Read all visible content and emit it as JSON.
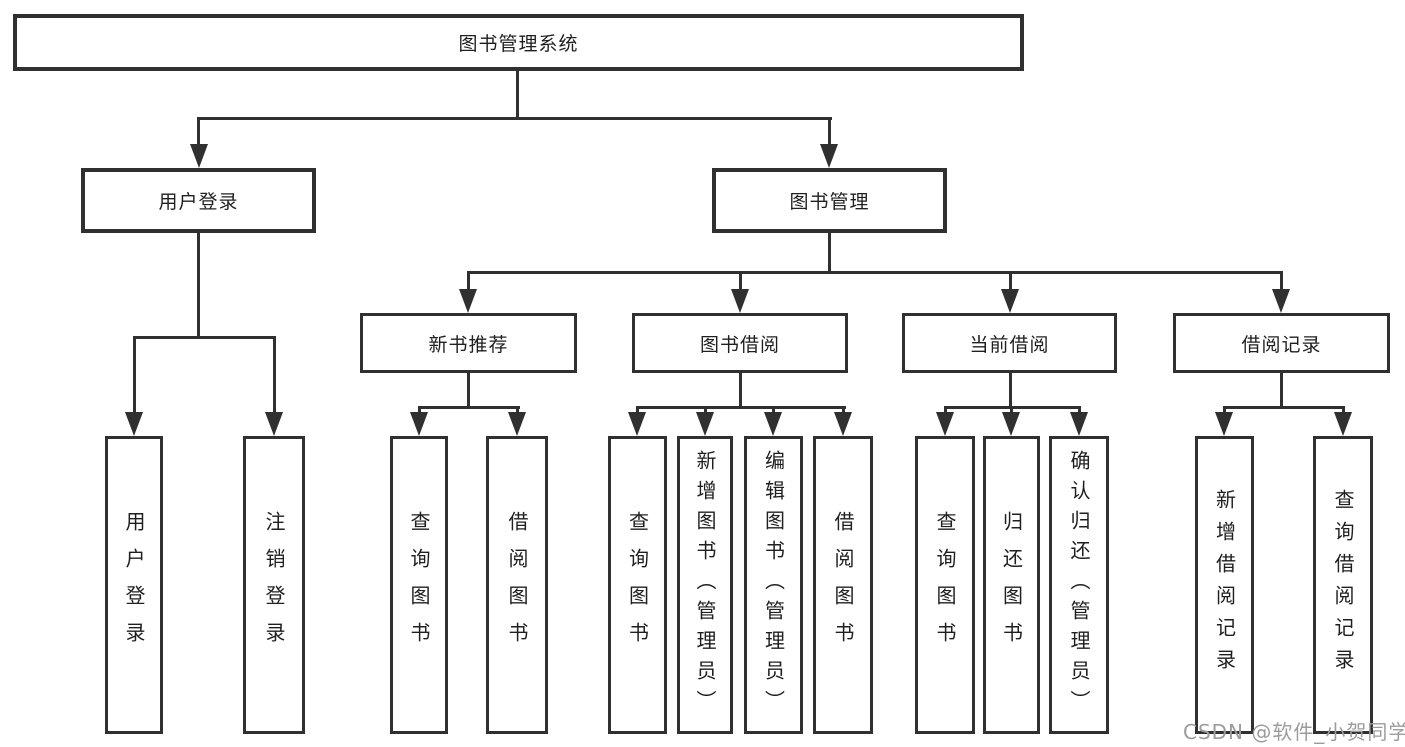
{
  "diagram": {
    "root": {
      "label": "图书管理系统"
    },
    "level2": [
      {
        "label": "用户登录"
      },
      {
        "label": "图书管理"
      }
    ],
    "level3": [
      {
        "label": "新书推荐"
      },
      {
        "label": "图书借阅"
      },
      {
        "label": "当前借阅"
      },
      {
        "label": "借阅记录"
      }
    ],
    "leaves": {
      "user_login": [
        "用户登录",
        "注销登录"
      ],
      "new_book_recommend": [
        "查询图书",
        "借阅图书"
      ],
      "book_borrow": [
        "查询图书",
        "新增图书（管理员）",
        "编辑图书（管理员）",
        "借阅图书"
      ],
      "current_borrow": [
        "查询图书",
        "归还图书",
        "确认归还（管理员）"
      ],
      "borrow_records": [
        "新增借阅记录",
        "查询借阅记录"
      ]
    },
    "watermark": "CSDN @软件_小贺同学",
    "colors": {
      "line": "#303030",
      "box_border": "#303030",
      "box_fill": "#ffffff",
      "text": "#1f1f1f",
      "watermark": "#9c9c9c",
      "background": "#ffffff"
    }
  }
}
